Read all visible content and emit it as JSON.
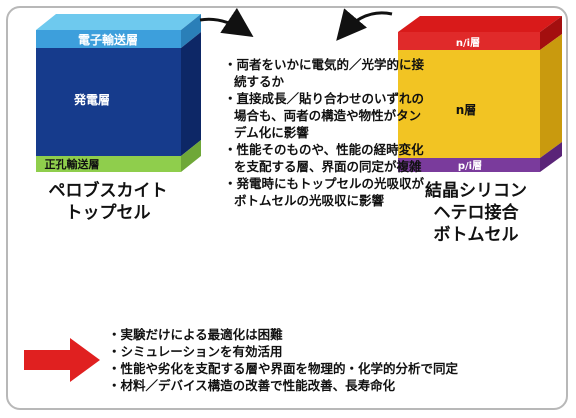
{
  "perovskite": {
    "layers": {
      "top": "電子輸送層",
      "middle": "発電層",
      "bottom": "正孔輸送層"
    },
    "caption": [
      "ペロブスカイト",
      "トップセル"
    ],
    "colors": {
      "top_face": "#6ec9ee",
      "etl": "#3d9fdc",
      "absorber": "#163b8c",
      "htl": "#8fce4c"
    }
  },
  "silicon": {
    "layers": {
      "top": "n/i層",
      "middle": "n層",
      "bottom": "p/i層"
    },
    "caption": [
      "結晶シリコン",
      "ヘテロ接合",
      "ボトムセル"
    ],
    "colors": {
      "top_face": "#d91a1a",
      "n_layer": "#f2c423",
      "p_layer": "#7a3b9c"
    }
  },
  "middle_points": [
    "・両者をいかに電気的／光学的に接続するか",
    "・直接成長／貼り合わせのいずれの場合も、両者の構造や物性がタンデム化に影響",
    "・性能そのものや、性能の経時変化を支配する層、界面の同定が複雑",
    "・発電時にもトップセルの光吸収がボトムセルの光吸収に影響"
  ],
  "conclusions": [
    "・実験だけによる最適化は困難",
    "・シミュレーションを有効活用",
    "・性能や劣化を支配する層や界面を物理的・化学的分析で同定",
    "・材料／デバイス構造の改善で性能改善、長寿命化"
  ],
  "arrow_color": "#e02020"
}
